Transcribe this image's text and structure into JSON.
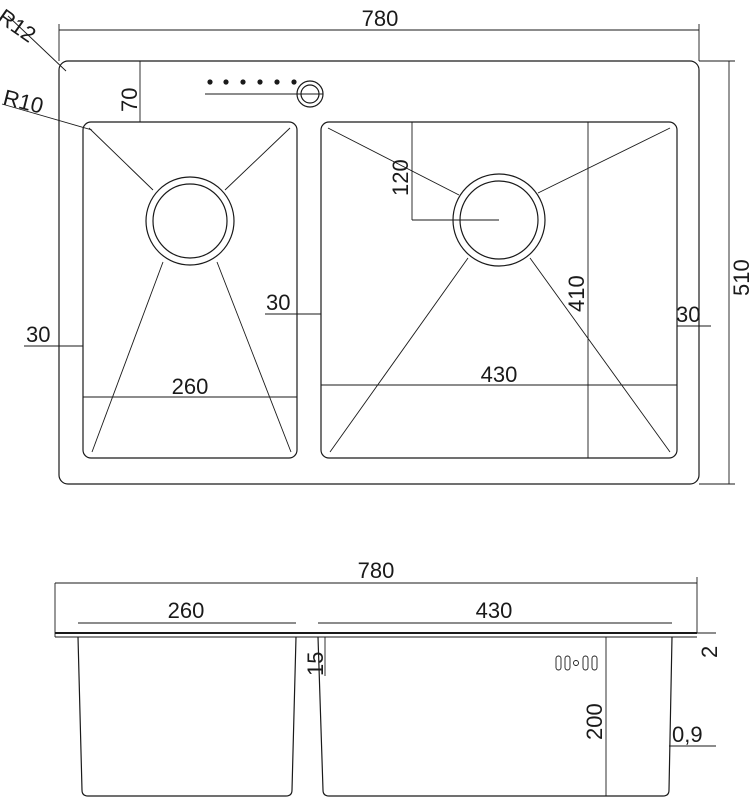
{
  "top_view": {
    "overall_width": "780",
    "overall_height": "510",
    "corner_radius_outer": "R12",
    "corner_radius_inner": "R10",
    "faucet_offset": "70",
    "left_bowl_width": "260",
    "right_bowl_width": "430",
    "right_bowl_depth": "410",
    "drain_offset": "120",
    "left_margin": "30",
    "divider_width": "30",
    "right_margin": "30"
  },
  "side_view": {
    "overall_width": "780",
    "left_bowl_width": "260",
    "right_bowl_width": "430",
    "flange_offset": "15",
    "bowl_depth": "200",
    "flange_thickness": "2",
    "material_thickness": "0,9"
  }
}
